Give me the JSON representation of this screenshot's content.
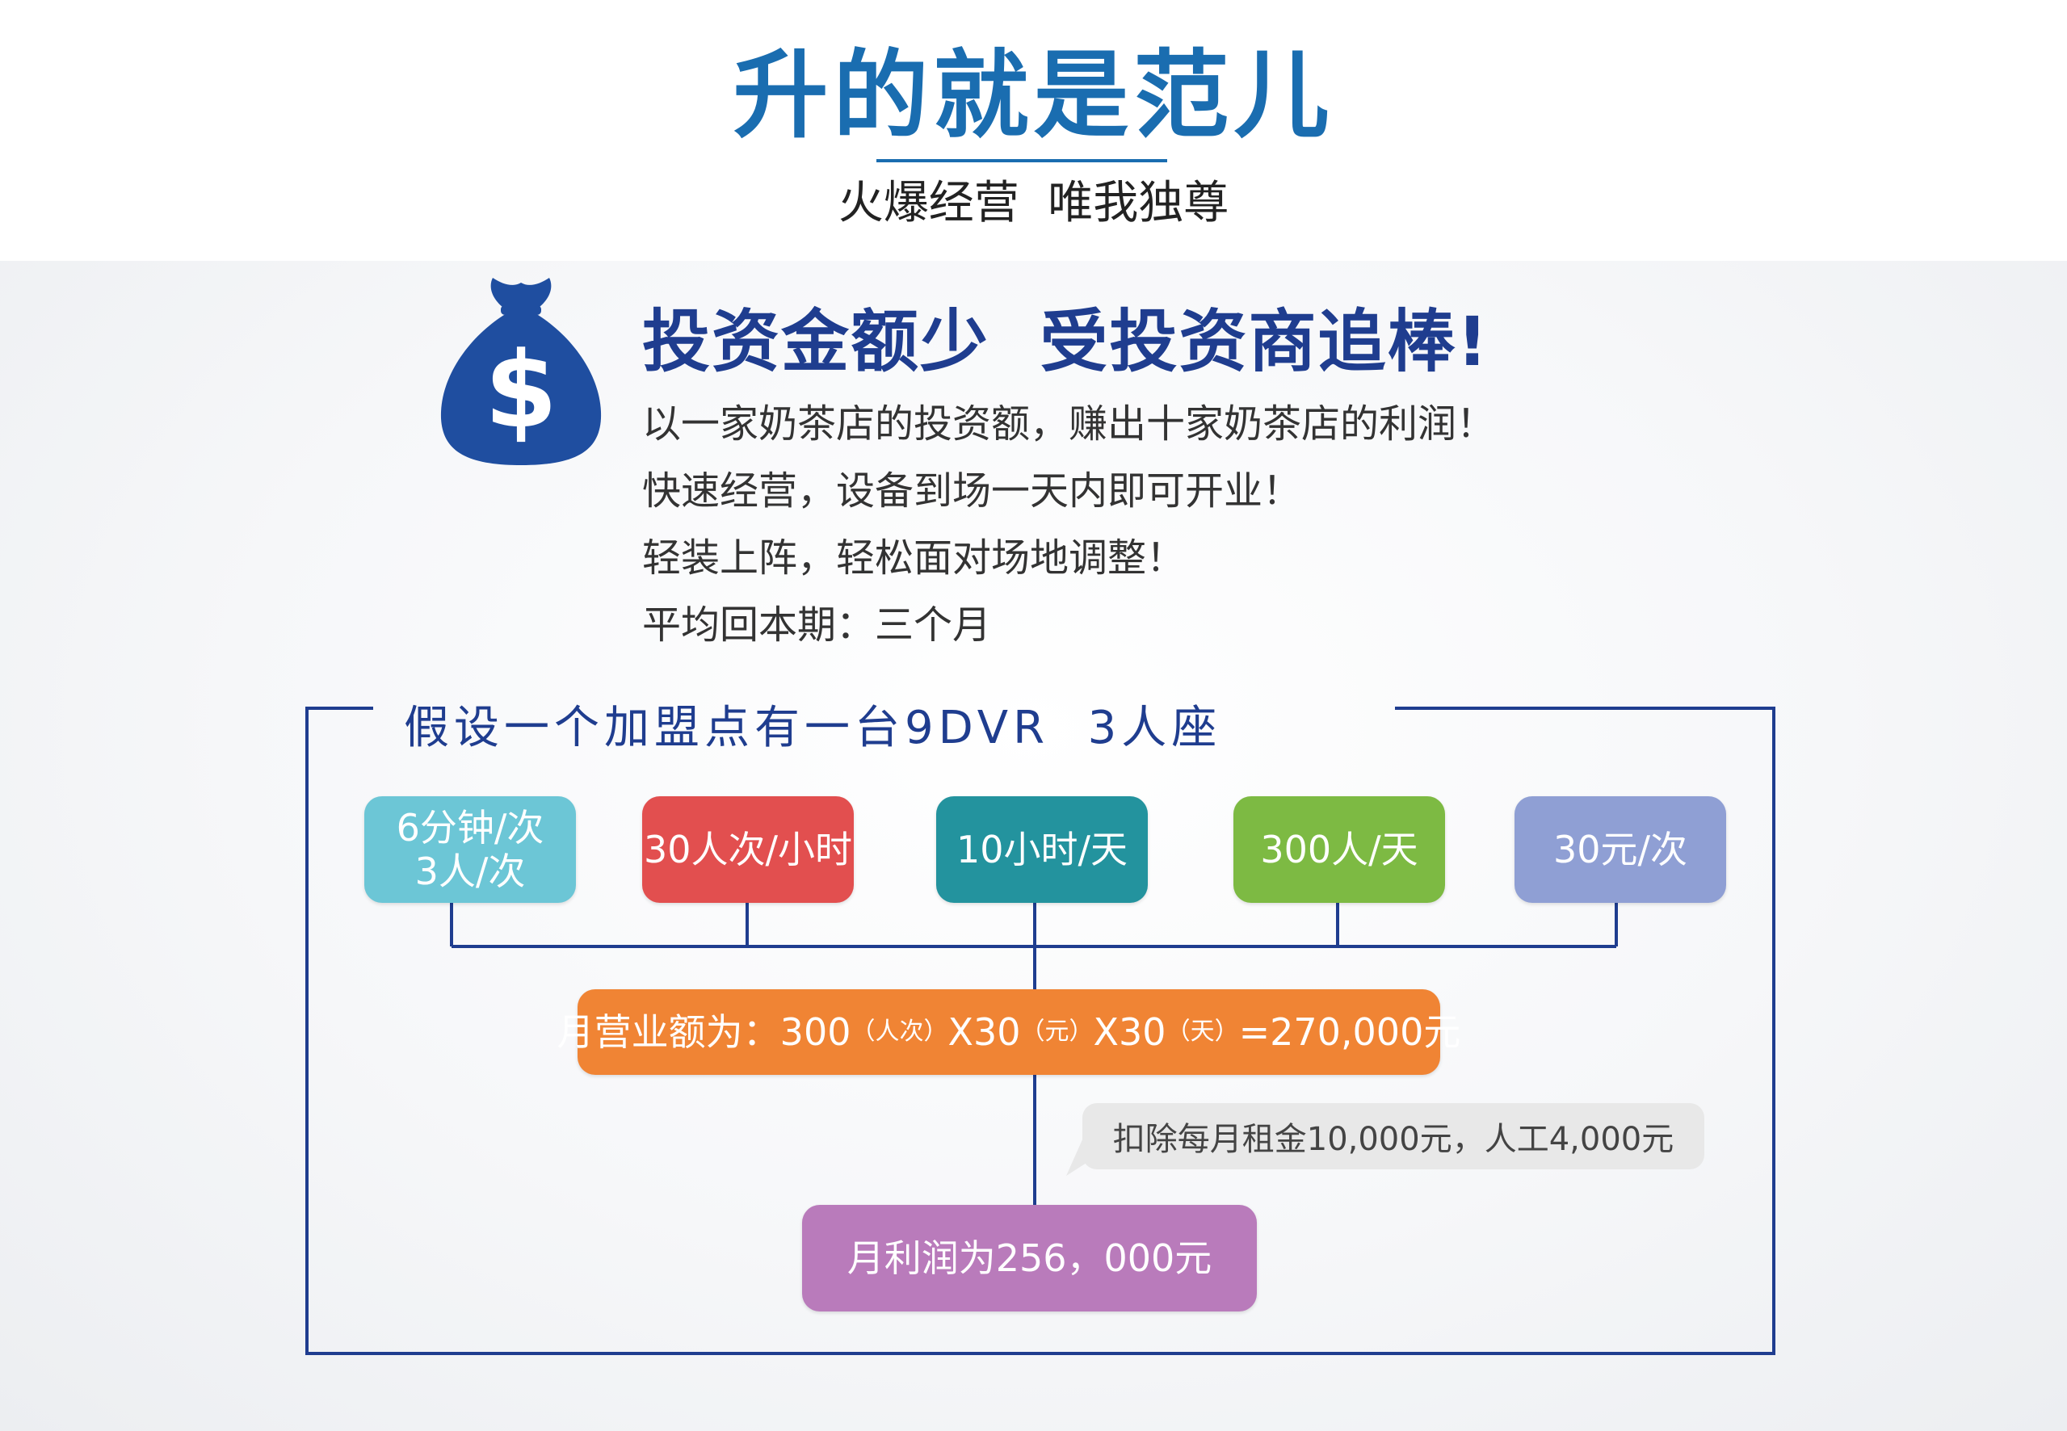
{
  "header": {
    "title": "升的就是范儿",
    "subtitle": "火爆经营  唯我独尊"
  },
  "colors": {
    "title_blue": "#1a6db0",
    "headline_navy": "#1f3d8f",
    "cyan": "#6cc6d6",
    "red": "#e24f4f",
    "teal": "#23939e",
    "green": "#7dba43",
    "lavender": "#8f9fd4",
    "orange": "#f08434",
    "purple": "#b97bbb",
    "line": "#1f3d8f"
  },
  "intro": {
    "icon": "money-bag-icon",
    "headline": "投资金额少  受投资商追棒!",
    "points": [
      "以一家奶茶店的投资额，赚出十家奶茶店的利润！",
      "快速经营，设备到场一天内即可开业！",
      "轻装上阵，轻松面对场地调整！",
      "平均回本期：三个月"
    ]
  },
  "diagram": {
    "frame_title": "假设一个加盟点有一台9DVR  3人座",
    "boxes": [
      {
        "line1": "6分钟/次",
        "line2": "3人/次"
      },
      {
        "line1": "30人次/小时",
        "line2": ""
      },
      {
        "line1": "10小时/天",
        "line2": ""
      },
      {
        "line1": "300人/天",
        "line2": ""
      },
      {
        "line1": "30元/次",
        "line2": ""
      }
    ],
    "revenue": {
      "prefix": "月营业额为：300",
      "unit1": "（人次）",
      "mid1": "X30",
      "unit2": "（元）",
      "mid2": "X30",
      "unit3": "（天）",
      "suffix": "=270,000元"
    },
    "deduction": "扣除每月租金10,000元，人工4,000元",
    "profit": "月利润为256，000元"
  }
}
